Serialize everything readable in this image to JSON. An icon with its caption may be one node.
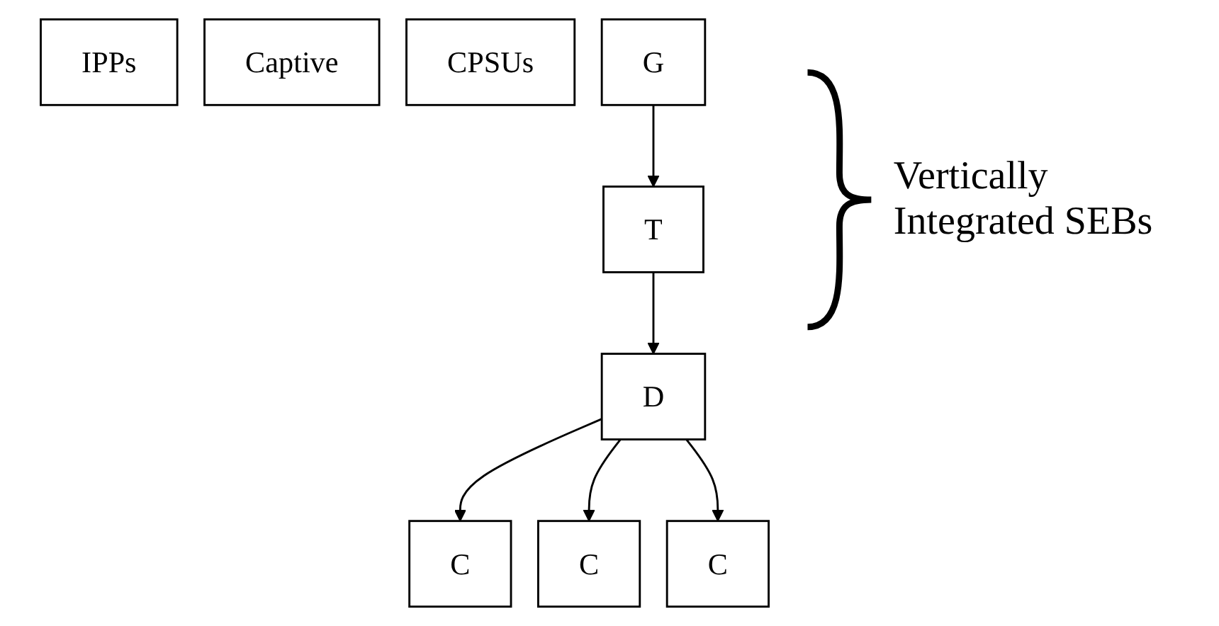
{
  "diagram": {
    "nodes": [
      {
        "text": [
          "IPPs"
        ]
      },
      {
        "text": [
          "Captive"
        ]
      },
      {
        "text": [
          "CPSUs"
        ]
      },
      {
        "text": [
          "G"
        ]
      },
      {
        "text": [
          "T"
        ]
      },
      {
        "text": [
          "D"
        ]
      },
      {
        "text": [
          "C"
        ]
      },
      {
        "text": [
          "C"
        ]
      },
      {
        "text": [
          "C"
        ]
      }
    ],
    "edges": [
      {
        "from": 3,
        "to": 4,
        "arrow": "to"
      },
      {
        "from": 4,
        "to": 5,
        "arrow": "to"
      },
      {
        "from": 5,
        "to": 6,
        "arrow": "to"
      },
      {
        "from": 5,
        "to": 7,
        "arrow": "to"
      },
      {
        "from": 5,
        "to": 8,
        "arrow": "to"
      }
    ],
    "labels": [
      "Vertically Integrated SEBs"
    ]
  }
}
